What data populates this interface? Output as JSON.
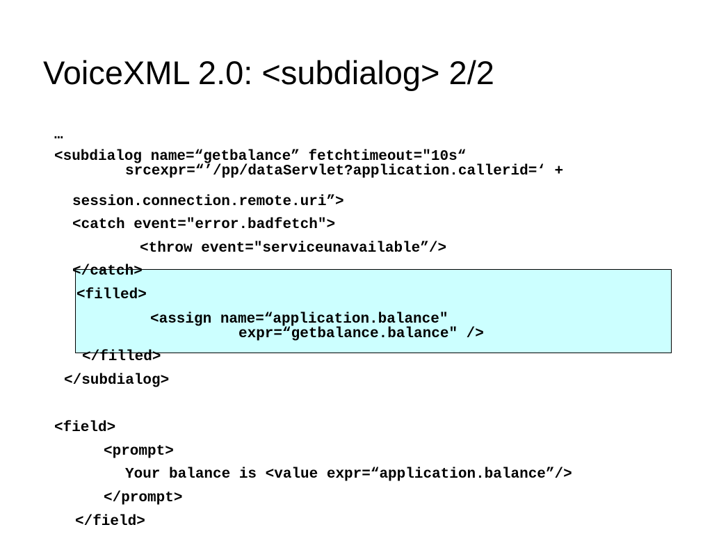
{
  "slide": {
    "title": "VoiceXML 2.0: <subdialog> 2/2",
    "highlight_color": "#ccffff"
  },
  "code": {
    "lines": [
      "…",
      "<subdialog name=“getbalance” fetchtimeout=\"10s“",
      "srcexpr=“’/pp/dataServlet?application.callerid=‘ +",
      "session.connection.remote.uri”>",
      "<catch event=\"error.badfetch\">",
      "<throw event=\"serviceunavailable”/>",
      "</catch>",
      "<filled>",
      "<assign name=“application.balance\"",
      "expr=“getbalance.balance\" />",
      "</filled>",
      "</subdialog>",
      "<field>",
      "<prompt>",
      "Your balance is <value expr=“application.balance”/>",
      "</prompt>",
      "</field>"
    ]
  }
}
